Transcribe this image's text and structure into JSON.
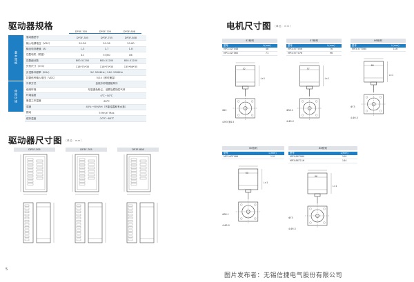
{
  "left": {
    "spec_title": "驱动器规格",
    "spec_table": {
      "headers": [
        "DP3F-305",
        "DP3F-705",
        "DP3F-808"
      ],
      "group1_label": "基本规格",
      "group2_label": "使用环境",
      "rows": [
        {
          "label": "驱动器型号",
          "values": [
            "DP3F-305",
            "DP3F-705",
            "DP3F-808"
          ]
        },
        {
          "label": "输入电源电压（VDC）",
          "values": [
            "20-36",
            "20-36",
            "20-80"
          ]
        },
        {
          "label": "输出电流峰值（A）",
          "values": [
            "1-3",
            "1-7",
            "1-8"
          ]
        },
        {
          "label": "匹配电机（机座）",
          "values": [
            "42",
            "57/60",
            "86"
          ]
        },
        {
          "label": "匹配细分数",
          "values": [
            "800-51200",
            "800-51200",
            "800-51200"
          ]
        },
        {
          "label": "外形尺寸（mm）",
          "values": [
            "118*75*35",
            "118*75*35",
            "135*86*35"
          ]
        },
        {
          "label": "步进脉冲频率（KHz）",
          "span": "5V: 500KHz / 24V: 200KHz"
        },
        {
          "label": "控制信号输入电压（VDC）",
          "span": "5/24（即可兼容）"
        },
        {
          "label": "冷却方式",
          "span": "自然冷却或强制风冷"
        },
        {
          "label": "使用环境",
          "span": "尽量避免粉尘、油雾及腐蚀性气体"
        },
        {
          "label": "环境温度",
          "span": "0℃~50℃"
        },
        {
          "label": "最高工作温度",
          "span": "60℃"
        },
        {
          "label": "湿度",
          "span": "40%~90%RH（不能结露和有水珠）"
        },
        {
          "label": "振动",
          "span": "5.9m/s² Max"
        },
        {
          "label": "保存温度",
          "span": "-20℃~80℃"
        }
      ]
    },
    "dim_title": "驱动器尺寸图",
    "dim_unit": "（单位：mm）",
    "drivers": [
      {
        "label": "DP3F-305"
      },
      {
        "label": "DP3F-705"
      },
      {
        "label": "DP3F-808"
      }
    ],
    "page_number": "5"
  },
  "right": {
    "motor_title": "电机尺寸图",
    "motor_unit": "（单位：mm）",
    "series": [
      {
        "label": "42系列",
        "table_headers": [
          "型号",
          "L(mm)"
        ],
        "rows": [
          [
            "MP3-42T048",
            "48"
          ],
          [
            "MP3-42T060",
            "71"
          ]
        ],
        "dims": {
          "width": "42",
          "shaft": "Φ22",
          "length": "L±1",
          "bolt": "4-M3 深4.5"
        }
      },
      {
        "label": "57系列",
        "table_headers": [
          "型号",
          "L(mm)"
        ],
        "rows": [
          [
            "MP3-57T056",
            "76"
          ],
          [
            "MP3-57T076",
            "96"
          ]
        ],
        "dims": {
          "width": "57",
          "shaft": "Φ38.1",
          "length": "L±1",
          "bolt": "4-Φ5.0"
        }
      },
      {
        "label": "86系列",
        "table_headers": [
          "型号",
          "L(mm)"
        ],
        "rows": [
          [
            "MP3-57T080",
            "116"
          ]
        ],
        "dims": {
          "width": "86",
          "shaft": "Φ73",
          "length": "L±1",
          "bolt": "4-Φ5.5"
        }
      },
      {
        "label": "60系列",
        "table_headers": [
          "型号",
          "L(mm)"
        ],
        "rows": [
          [
            "MP3-60T086",
            "110"
          ]
        ],
        "dims": {
          "width": "60",
          "shaft": "Φ38.1",
          "length": "L±1",
          "bolt": "4-Φ5.0"
        }
      },
      {
        "label": "86系列",
        "table_headers": [
          "型号",
          "L(mm)"
        ],
        "rows": [
          [
            "MP3-86T080",
            "100"
          ],
          [
            "MP3-86T116",
            "144"
          ]
        ],
        "dims": {
          "width": "86",
          "shaft": "Φ73",
          "length": "L±1",
          "bolt": "4-Φ5.5"
        }
      }
    ],
    "watermark": "图片发布者：无锡信捷电气股份有限公司"
  },
  "colors": {
    "accent": "#1f7fc4",
    "row_tint": "#eef3f8"
  }
}
